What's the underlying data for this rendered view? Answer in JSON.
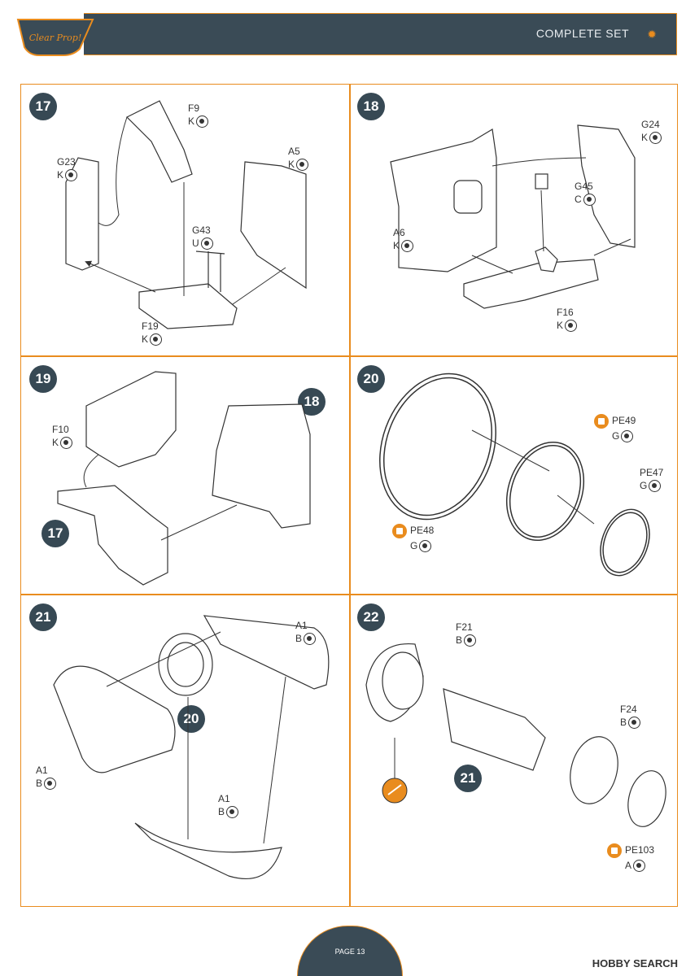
{
  "header": {
    "title": "COMPLETE SET",
    "logo_text": "Clear Prop!",
    "settings_icon": "gear-icon",
    "accent": "#e98c1e",
    "bar_color": "#3a4b56"
  },
  "panels": [
    {
      "step": "17",
      "parts": [
        {
          "code": "F9",
          "sprue": "K"
        },
        {
          "code": "A5",
          "sprue": "K"
        },
        {
          "code": "G23",
          "sprue": "K"
        },
        {
          "code": "G43",
          "sprue": "U"
        },
        {
          "code": "F19",
          "sprue": "K"
        }
      ]
    },
    {
      "step": "18",
      "parts": [
        {
          "code": "G24",
          "sprue": "K"
        },
        {
          "code": "G45",
          "sprue": "C"
        },
        {
          "code": "A6",
          "sprue": "K"
        },
        {
          "code": "F16",
          "sprue": "K"
        }
      ]
    },
    {
      "step": "19",
      "refs": [
        "18",
        "17"
      ],
      "parts": [
        {
          "code": "F10",
          "sprue": "K"
        }
      ]
    },
    {
      "step": "20",
      "parts": [
        {
          "code": "PE49",
          "sprue": "G"
        },
        {
          "code": "PE47",
          "sprue": "G"
        },
        {
          "code": "PE48",
          "sprue": "G"
        }
      ]
    },
    {
      "step": "21",
      "refs": [
        "20"
      ],
      "parts": [
        {
          "code": "A1",
          "sprue": "B"
        },
        {
          "code": "A1",
          "sprue": "B"
        },
        {
          "code": "A1",
          "sprue": "B"
        }
      ]
    },
    {
      "step": "22",
      "refs": [
        "21"
      ],
      "parts": [
        {
          "code": "F21",
          "sprue": "B"
        },
        {
          "code": "F24",
          "sprue": "B"
        },
        {
          "code": "PE103",
          "sprue": "A"
        }
      ]
    }
  ],
  "footer": {
    "page": "PAGE 13",
    "watermark": "HOBBY SEARCH"
  }
}
